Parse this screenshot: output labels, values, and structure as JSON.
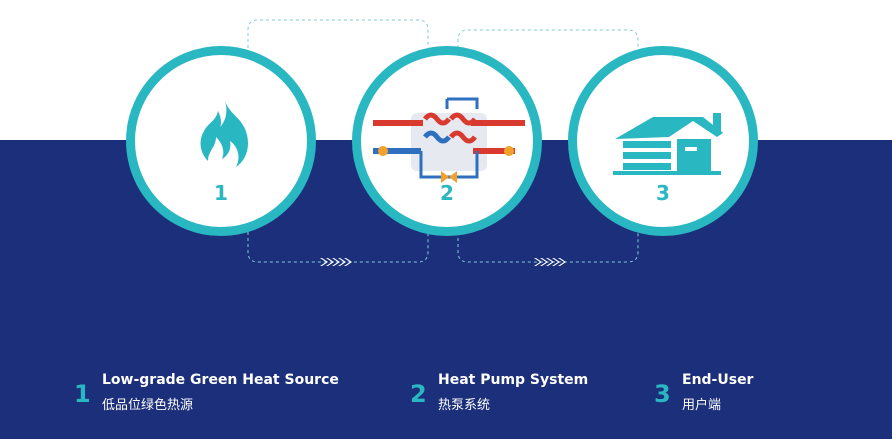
{
  "steps": [
    {
      "number": "1",
      "icon": "flame-icon",
      "title": "Low-grade Green Heat Source",
      "subtitle": "低品位绿色热源"
    },
    {
      "number": "2",
      "icon": "heat-pump-diagram-icon",
      "title": "Heat Pump System",
      "subtitle": "热泵系统"
    },
    {
      "number": "3",
      "icon": "house-icon",
      "title": "End-User",
      "subtitle": "用户端"
    }
  ],
  "colors": {
    "accent": "#29b7c1",
    "band": "#1b2f7a",
    "hot_pipe": "#d83a2f",
    "cold_pipe": "#2f6fc0",
    "valve": "#f3a12a"
  }
}
